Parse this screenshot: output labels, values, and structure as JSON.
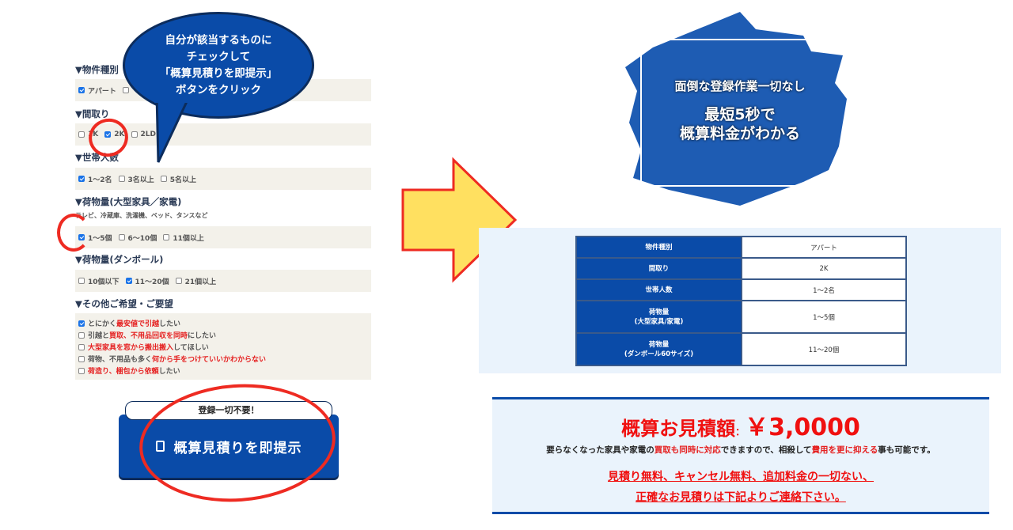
{
  "callout": {
    "lines": [
      "自分が該当するものに",
      "チェックして",
      "「概算見積りを即提示」",
      "ボタンをクリック"
    ]
  },
  "form": {
    "property_type": {
      "heading": "▼物件種別",
      "options": [
        {
          "label": "アパート",
          "checked": true
        },
        {
          "label": "",
          "checked": false
        }
      ]
    },
    "layout": {
      "heading": "▼間取り",
      "options": [
        {
          "label": "1K",
          "checked": false
        },
        {
          "label": "2K",
          "checked": true
        },
        {
          "label": "2LD",
          "checked": false
        }
      ]
    },
    "household": {
      "heading": "▼世帯人数",
      "options": [
        {
          "label": "1〜2名",
          "checked": true
        },
        {
          "label": "3名以上",
          "checked": false
        },
        {
          "label": "5名以上",
          "checked": false
        }
      ]
    },
    "large_items": {
      "heading": "▼荷物量(大型家具／家電)",
      "note": "テレビ、冷蔵庫、洗濯機、ベッド、タンスなど",
      "options": [
        {
          "label": "1〜5個",
          "checked": true
        },
        {
          "label": "6〜10個",
          "checked": false
        },
        {
          "label": "11個以上",
          "checked": false
        }
      ]
    },
    "boxes": {
      "heading": "▼荷物量(ダンボール)",
      "options": [
        {
          "label": "10個以下",
          "checked": false
        },
        {
          "label": "11〜20個",
          "checked": true
        },
        {
          "label": "21個以上",
          "checked": false
        }
      ]
    },
    "requests": {
      "heading": "▼その他ご希望・ご要望",
      "items": [
        {
          "checked": true,
          "segments": [
            {
              "t": "とにかく"
            },
            {
              "t": "最安値で引越",
              "red": true
            },
            {
              "t": "したい"
            }
          ]
        },
        {
          "checked": false,
          "segments": [
            {
              "t": "引越と"
            },
            {
              "t": "買取、不用品回収を同時",
              "red": true
            },
            {
              "t": "にしたい"
            }
          ]
        },
        {
          "checked": false,
          "segments": [
            {
              "t": "大型家具を窓から搬出搬入",
              "red": true
            },
            {
              "t": "してほしい"
            }
          ]
        },
        {
          "checked": false,
          "segments": [
            {
              "t": "荷物、不用品も多く"
            },
            {
              "t": "何から手をつけていいかわからない",
              "red": true
            }
          ]
        },
        {
          "checked": false,
          "segments": [
            {
              "t": "荷造り、梱包から依頼",
              "red": true
            },
            {
              "t": "したい"
            }
          ]
        }
      ]
    },
    "submit": {
      "tag": "登録一切不要！",
      "label": "概算見積りを即提示",
      "icon": "document-icon"
    }
  },
  "promo": {
    "line1": "面倒な登録作業一切なし",
    "line2": "最短5秒で",
    "line3": "概算料金がわかる"
  },
  "summary_table": [
    {
      "key": "物件種別",
      "value": "アパート"
    },
    {
      "key": "間取り",
      "value": "2K"
    },
    {
      "key": "世帯人数",
      "value": "1〜2名"
    },
    {
      "key": "荷物量\n(大型家具/家電)",
      "value": "1〜5個"
    },
    {
      "key": "荷物量\n(ダンボール60サイズ)",
      "value": "11〜20個"
    }
  ],
  "estimate": {
    "label": "概算お見積額",
    "colon": "：",
    "amount": "￥3,0000",
    "note_segments": [
      {
        "t": "要らなくなった家具や家電の"
      },
      {
        "t": "買取も同時に対応",
        "red": true
      },
      {
        "t": "できますので、相殺して"
      },
      {
        "t": "費用を更に抑える",
        "red": true
      },
      {
        "t": "事も可能です。"
      }
    ],
    "cta_line1": "見積り無料、キャンセル無料、追加料金の一切ない、",
    "cta_line2": "正確なお見積りは下記よりご連絡下さい。"
  },
  "colors": {
    "brand_blue": "#0a4ba8",
    "accent_red": "#ee2b22",
    "arrow_yellow": "#ffe060",
    "panel_bg": "#eaf3fc",
    "form_bg": "#f3f1ea"
  }
}
